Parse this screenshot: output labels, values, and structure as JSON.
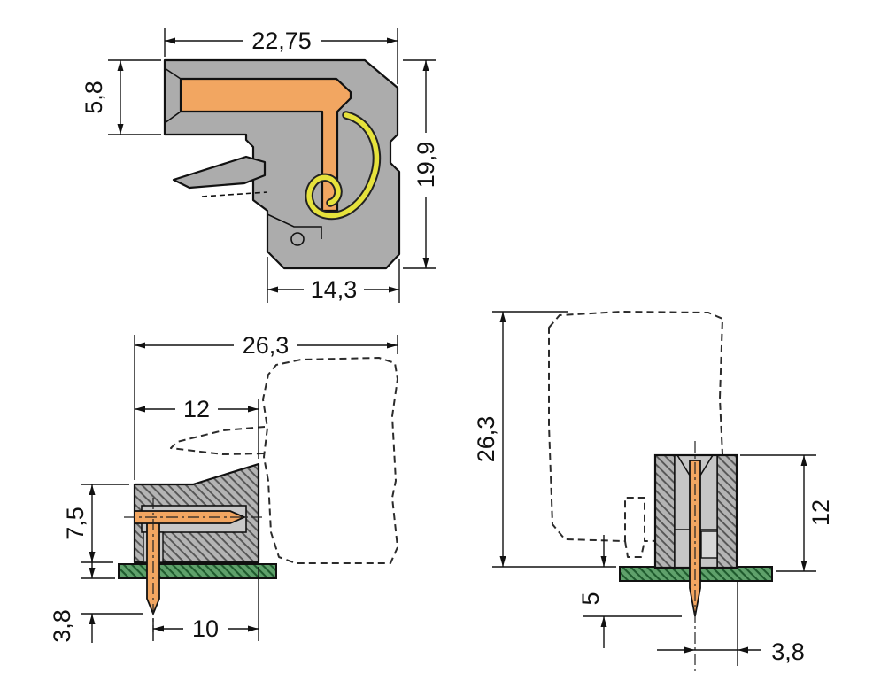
{
  "views": {
    "section": {
      "dims": {
        "overall_width": "22,75",
        "entry_height": "5,8",
        "overall_height": "19,9",
        "body_width": "14,3"
      }
    },
    "side": {
      "dims": {
        "overall_length": "26,3",
        "header_length": "12",
        "header_height": "7,5",
        "pin_protrusion": "3,8",
        "pin_to_edge": "10"
      }
    },
    "front": {
      "dims": {
        "overall_height": "26,3",
        "header_height": "12",
        "pin_below_board": "5",
        "pin_to_edge": "3,8"
      }
    }
  },
  "colors": {
    "housing_gray": "#acacac",
    "hatch_gray_base": "#b4b4b4",
    "hatch_gray_line": "#555555",
    "channel_gray": "#c8c8c8",
    "conductor_orange": "#f2a661",
    "spring_yellow": "#e6e23c",
    "pcb_green": "#5fa16b",
    "pcb_hatch_line": "#1e5a2d",
    "line": "#111111"
  }
}
